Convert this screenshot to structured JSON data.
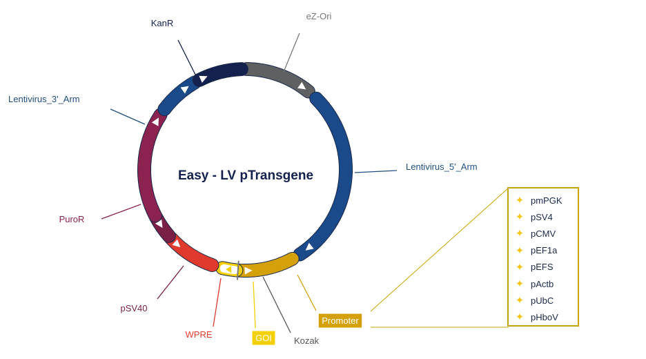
{
  "title": "Easy - LV pTransgene",
  "features": [
    {
      "label": "eZ-Ori",
      "color": "#5f6062",
      "label_color": "#7a7a7a"
    },
    {
      "label": "Lentivirus_5'_Arm",
      "color": "#1b4a8a",
      "label_color": "#1f4e80"
    },
    {
      "label": "Promoter",
      "color": "#d4a10b",
      "label_color": "#ffffff",
      "boxed": true
    },
    {
      "label": "Kozak",
      "color": "#7a7a7a",
      "label_color": "#555555"
    },
    {
      "label": "GOI",
      "color": "#f5d000",
      "label_color": "#ffffff",
      "boxed": true
    },
    {
      "label": "WPRE",
      "color": "#e03a2e",
      "label_color": "#e03a2e"
    },
    {
      "label": "pSV40",
      "color": "#7a1f45",
      "label_color": "#7a1f45"
    },
    {
      "label": "PuroR",
      "color": "#8b2250",
      "label_color": "#8b2250"
    },
    {
      "label": "Lentivirus_3'_Arm",
      "color": "#1b4a8a",
      "label_color": "#1f4e80"
    },
    {
      "label": "KanR",
      "color": "#14204d",
      "label_color": "#14204d"
    }
  ],
  "promoter_options": [
    "pmPGK",
    "pSV4",
    "pCMV",
    "pEF1a",
    "pEFS",
    "pActb",
    "pUbC",
    "pHboV"
  ],
  "colors": {
    "ring": "#1a2a4a",
    "title": "#14204d",
    "promoter_box": "#c9a400",
    "star": "#f5c518"
  },
  "icons": {
    "option_bullet": "four-point-star-icon",
    "feature_direction": "triangle-arrow-icon"
  }
}
